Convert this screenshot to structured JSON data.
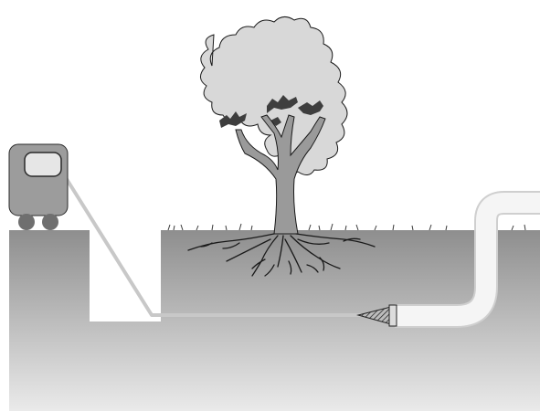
{
  "diagram": {
    "kind": "trenchless-boring-illustration",
    "colors": {
      "background": "#ffffff",
      "ground_top": "#8e8e8e",
      "ground_bottom": "#e9e9e9",
      "pit_wall": "#ffffff",
      "machine_body": "#9a9a9a",
      "machine_window": "#e6e6e6",
      "machine_wheels": "#6f6f6f",
      "cable": "#c8c8c8",
      "pipe": "#f3f3f3",
      "pipe_edge": "#d2d2d2",
      "canopy": "#d9d9d9",
      "canopy_dark": "#4a4a4a",
      "trunk": "#9a9a9a",
      "outline": "#1a1a1a"
    },
    "elements": [
      "boring-machine",
      "launch-pit",
      "tree",
      "tree-roots",
      "bore-cable",
      "boring-head",
      "product-pipe"
    ]
  }
}
